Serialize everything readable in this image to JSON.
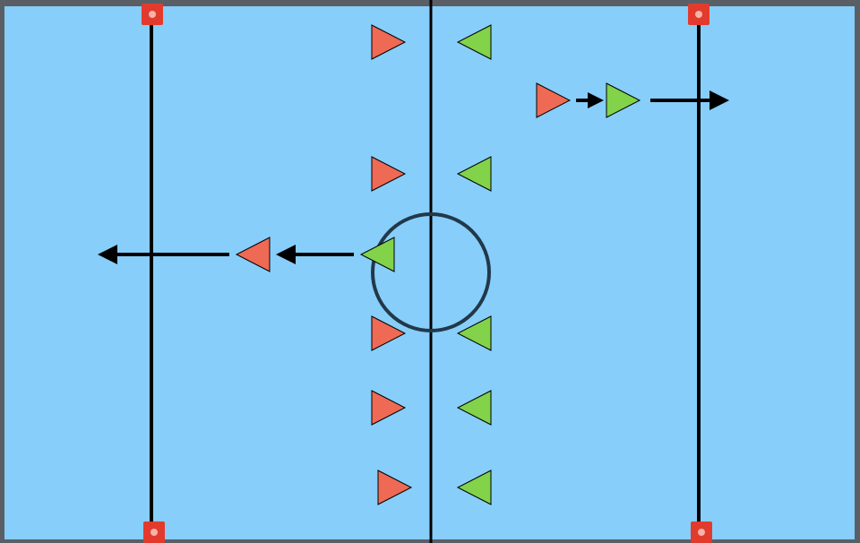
{
  "colors": {
    "field": "#87cefa",
    "border": "#5a5f66",
    "line": "#000000",
    "circle": "#22384a",
    "red_team": "#ee6a55",
    "green_team": "#82d24a",
    "cone": "#e23b2e",
    "cone_center": "#f7b3a8"
  },
  "icons": {
    "red_player": "triangle-right",
    "green_player": "triangle-left",
    "cone": "square-with-dot",
    "run": "arrow"
  }
}
